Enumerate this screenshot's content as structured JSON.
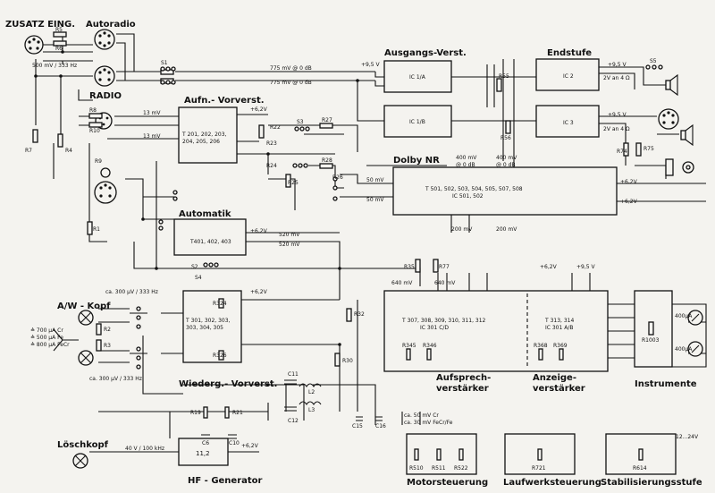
{
  "blocks": {
    "zusatz": "ZUSATZ EING.",
    "autoradio": "Autoradio",
    "radio": "RADIO",
    "ausgangs": "Ausgangs-Verst.",
    "endstufe": "Endstufe",
    "aufn": "Aufn.- Vorverst.",
    "aufn_parts": [
      "T 201, 202, 203,",
      "204, 205, 206"
    ],
    "dolby": "Dolby NR",
    "dolby_parts": [
      "T 501, 502, 503, 504, 505, 507, 508",
      "IC 501, 502"
    ],
    "automatik": "Automatik",
    "automatik_parts": "T401, 402, 403",
    "awkopf": "A/W - Kopf",
    "wiedergabe": "Wiederg.- Vorverst.",
    "wiedergabe_parts": [
      "T 301, 302, 303,",
      "303, 304, 305"
    ],
    "aufsprech": [
      "Aufsprech-",
      "verstärker"
    ],
    "aufsprech_parts": [
      "T 307, 308, 309, 310, 311, 312",
      "IC 301 C/D"
    ],
    "anzeige": [
      "Anzeige-",
      "verstärker"
    ],
    "anzeige_parts": [
      "T 313, 314",
      "IC 301 A/B"
    ],
    "instrumente": "Instrumente",
    "loeschkopf": "Löschkopf",
    "hf": "HF - Generator",
    "motor": "Motorsteuerung",
    "laufwerk": "Laufwerksteuerung",
    "stabil": "Stabilisierungsstufe"
  },
  "labels": {
    "ic1a": "IC 1/A",
    "ic1b": "IC 1/B",
    "ic2": "IC 2",
    "ic3": "IC 3",
    "sig500": "500 mV / 333 Hz",
    "sig775a": "775 mV @ 0 dB",
    "sig775b": "775 mV @ 0 dB",
    "mv13a": "13 mV",
    "mv13b": "13 mV",
    "mv50a": "50 mV",
    "mv50b": "50 mV",
    "v95a": "+9,5 V",
    "v95b": "+9,5 V",
    "v95c": "+9,5 V",
    "v95d": "+9,5 V",
    "v62a": "+6,2V",
    "v62b": "+6,2V",
    "v62c": "+6,2V",
    "v62d": "+6,2V",
    "v62e": "+6,2V",
    "v62f": "+6,2V",
    "v62g": "+6,2V",
    "v2a": "2V an 4 Ω",
    "v2b": "2V an 4 Ω",
    "mv400a": "400 mV",
    "mv400b": "400 mV",
    "db9a": "@ 0 dB",
    "db9b": "@ 0 dB",
    "mv200a": "200 mV",
    "mv200b": "200 mV",
    "mv520a": "520 mV",
    "mv520b": "520 mV",
    "mv640a": "640 mV",
    "mv640b": "640 mV",
    "mv300a": "ca. 300 µV / 333 Hz",
    "mv300b": "ca. 300 µV / 333 Hz",
    "cr": "≙ 700 µA Cr",
    "fe": "≙ 500 µA Fe",
    "fecr": "≙ 800 µA FeCr",
    "ca50": "ca. 50 mV Cr",
    "ca30": "ca. 30 mV FeCr/Fe",
    "hf40": "40 V / 100 kHz",
    "m400a": "400µA",
    "m400b": "400µA",
    "v12": "12...24V",
    "hfbox": "11,2",
    "r": [
      "R5",
      "R6",
      "R8",
      "R9",
      "R10",
      "R7",
      "R1",
      "R2",
      "R3",
      "R4",
      "R22",
      "R23",
      "R24",
      "R25",
      "R26",
      "R27",
      "R28",
      "R35",
      "R32",
      "R30",
      "R77",
      "R55",
      "R56",
      "R74",
      "R75",
      "R324",
      "R326",
      "R1003",
      "R721",
      "R614",
      "R510",
      "R511",
      "R522",
      "R345",
      "R346",
      "R369",
      "R368",
      "R19",
      "R21"
    ],
    "s": [
      "S1",
      "S2",
      "S3",
      "S4",
      "S5"
    ],
    "c": [
      "C6",
      "C10",
      "C11",
      "C12",
      "C15",
      "C16"
    ],
    "l": [
      "L2",
      "L3"
    ]
  }
}
